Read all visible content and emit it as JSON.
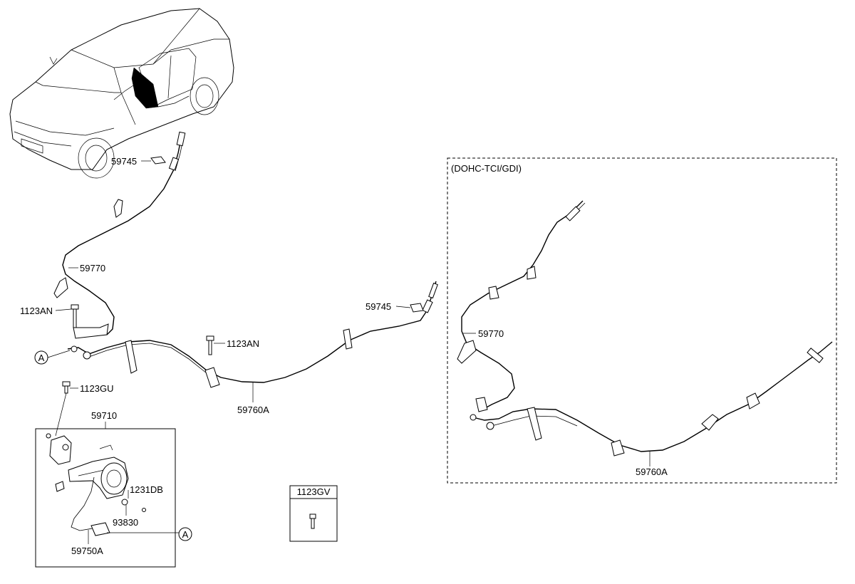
{
  "diagram": {
    "variant_label": "(DOHC-TCI/GDI)",
    "circle_marker": "A",
    "legend_part": "1123GV",
    "callouts": {
      "c59745_front": "59745",
      "c59770_left": "59770",
      "c1123an_left": "1123AN",
      "c1123an_mid": "1123AN",
      "c59745_mid": "59745",
      "c59760a_left": "59760A",
      "c1123gu": "1123GU",
      "c59710": "59710",
      "c1231db": "1231DB",
      "c93830": "93830",
      "c59750a": "59750A",
      "c59770_right": "59770",
      "c59760a_right": "59760A"
    }
  }
}
